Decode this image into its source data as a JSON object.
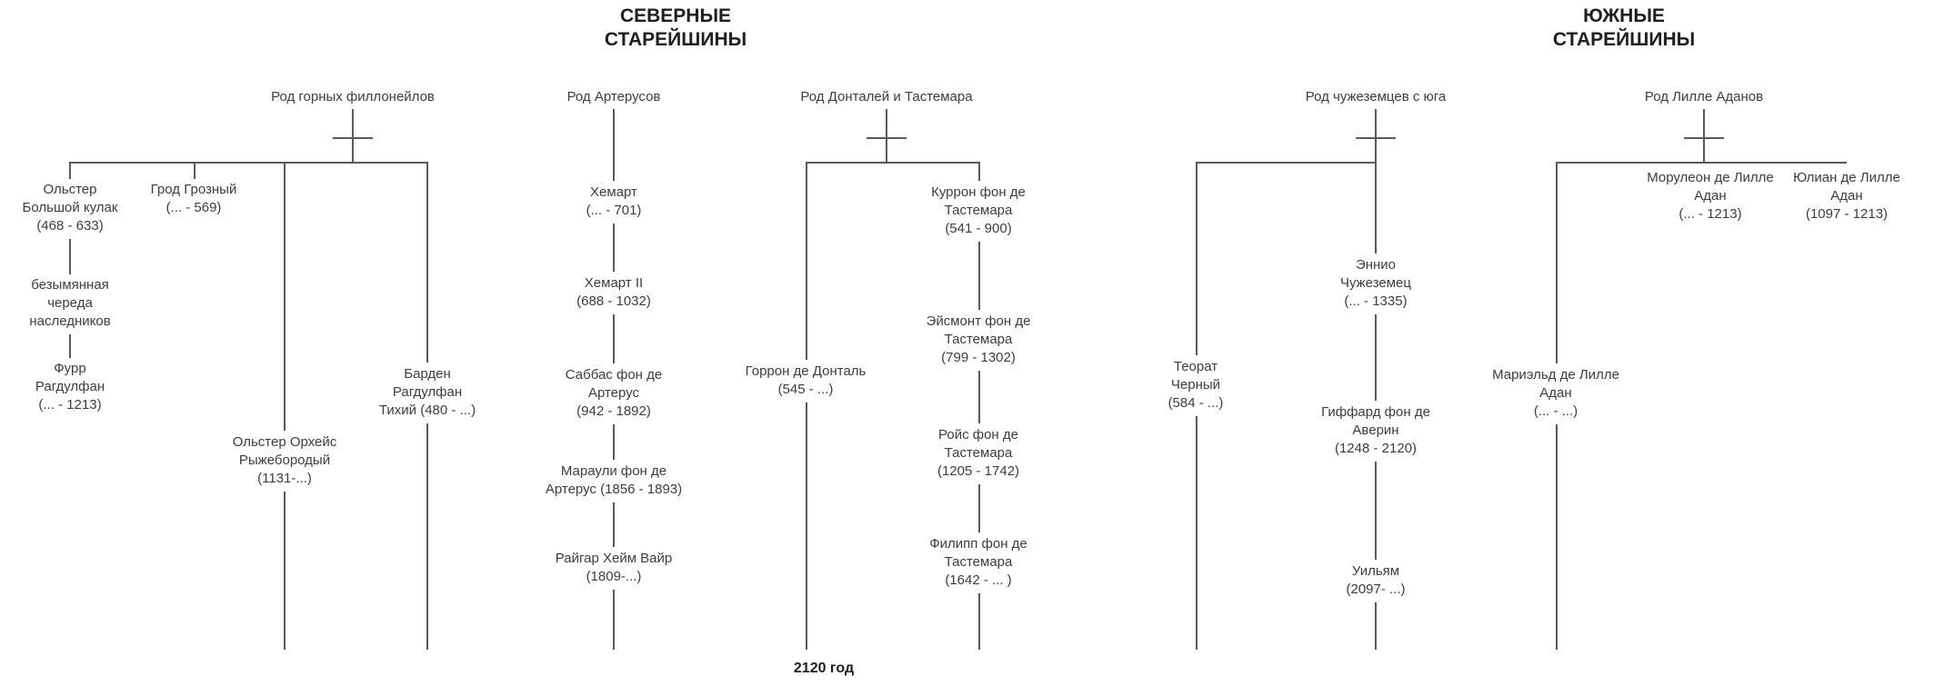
{
  "headers": {
    "north": "СЕВЕРНЫЕ\nСТАРЕЙШИНЫ",
    "south": "ЮЖНЫЕ\nСТАРЕЙШИНЫ"
  },
  "footer": {
    "year_label": "2120 год"
  },
  "trees": [
    {
      "title": "Род горных филлонейлов",
      "people": {
        "olster_bolshoy_kulak": "Ольстер\nБольшой кулак\n(468 - 633)",
        "bezymyannaya_chereda": "безымянная\nчереда\nнаследников",
        "furr_ragdulfan": "Фурр\nРагдулфан\n(... - 1213)",
        "grod_grozny": "Грод Грозный\n(... - 569)",
        "olster_orkheys": "Ольстер Орхейс\nРыжебородый\n(1131-...)",
        "barden_ragdulfan": "Барден\nРагдулфан\nТихий (480 - ...)"
      }
    },
    {
      "title": "Род Артерусов",
      "people": {
        "khemart": "Хемарт\n(... - 701)",
        "khemart_ii": "Хемарт II\n(688 - 1032)",
        "sabbas": "Саббас фон де\nАртерус\n(942 - 1892)",
        "marauli": "Мараули фон де\nАртерус (1856 - 1893)",
        "raigar": "Райгар Хейм Вайр\n(1809-...)"
      }
    },
    {
      "title": "Род Донталей и Тастемара",
      "people": {
        "gorron": "Горрон де Донталь\n(545 - ...)",
        "kurron": "Куррон фон де\nТастемара\n(541 - 900)",
        "eismont": "Эйсмонт фон де\nТастемара\n(799 - 1302)",
        "roys": "Ройс фон де\nТастемара\n(1205 - 1742)",
        "filipp": "Филипп фон де\nТастемара\n(1642 - ... )"
      }
    },
    {
      "title": "Род чужеземцев с юга",
      "people": {
        "teorat": "Теорат\nЧерный\n(584 - ...)",
        "ennio": "Эннио\nЧужеземец\n(... - 1335)",
        "giffard": "Гиффард фон де\nАверин\n(1248 - 2120)",
        "uilyam": "Уильям\n(2097- ...)"
      }
    },
    {
      "title": "Род Лилле Аданов",
      "people": {
        "moruleon": "Морулеон де Лилле\nАдан\n(... - 1213)",
        "yulian": "Юлиан де Лилле\nАдан\n(1097 - 1213)",
        "marield": "Мариэльд де Лилле\nАдан\n(... - ...)"
      }
    }
  ]
}
